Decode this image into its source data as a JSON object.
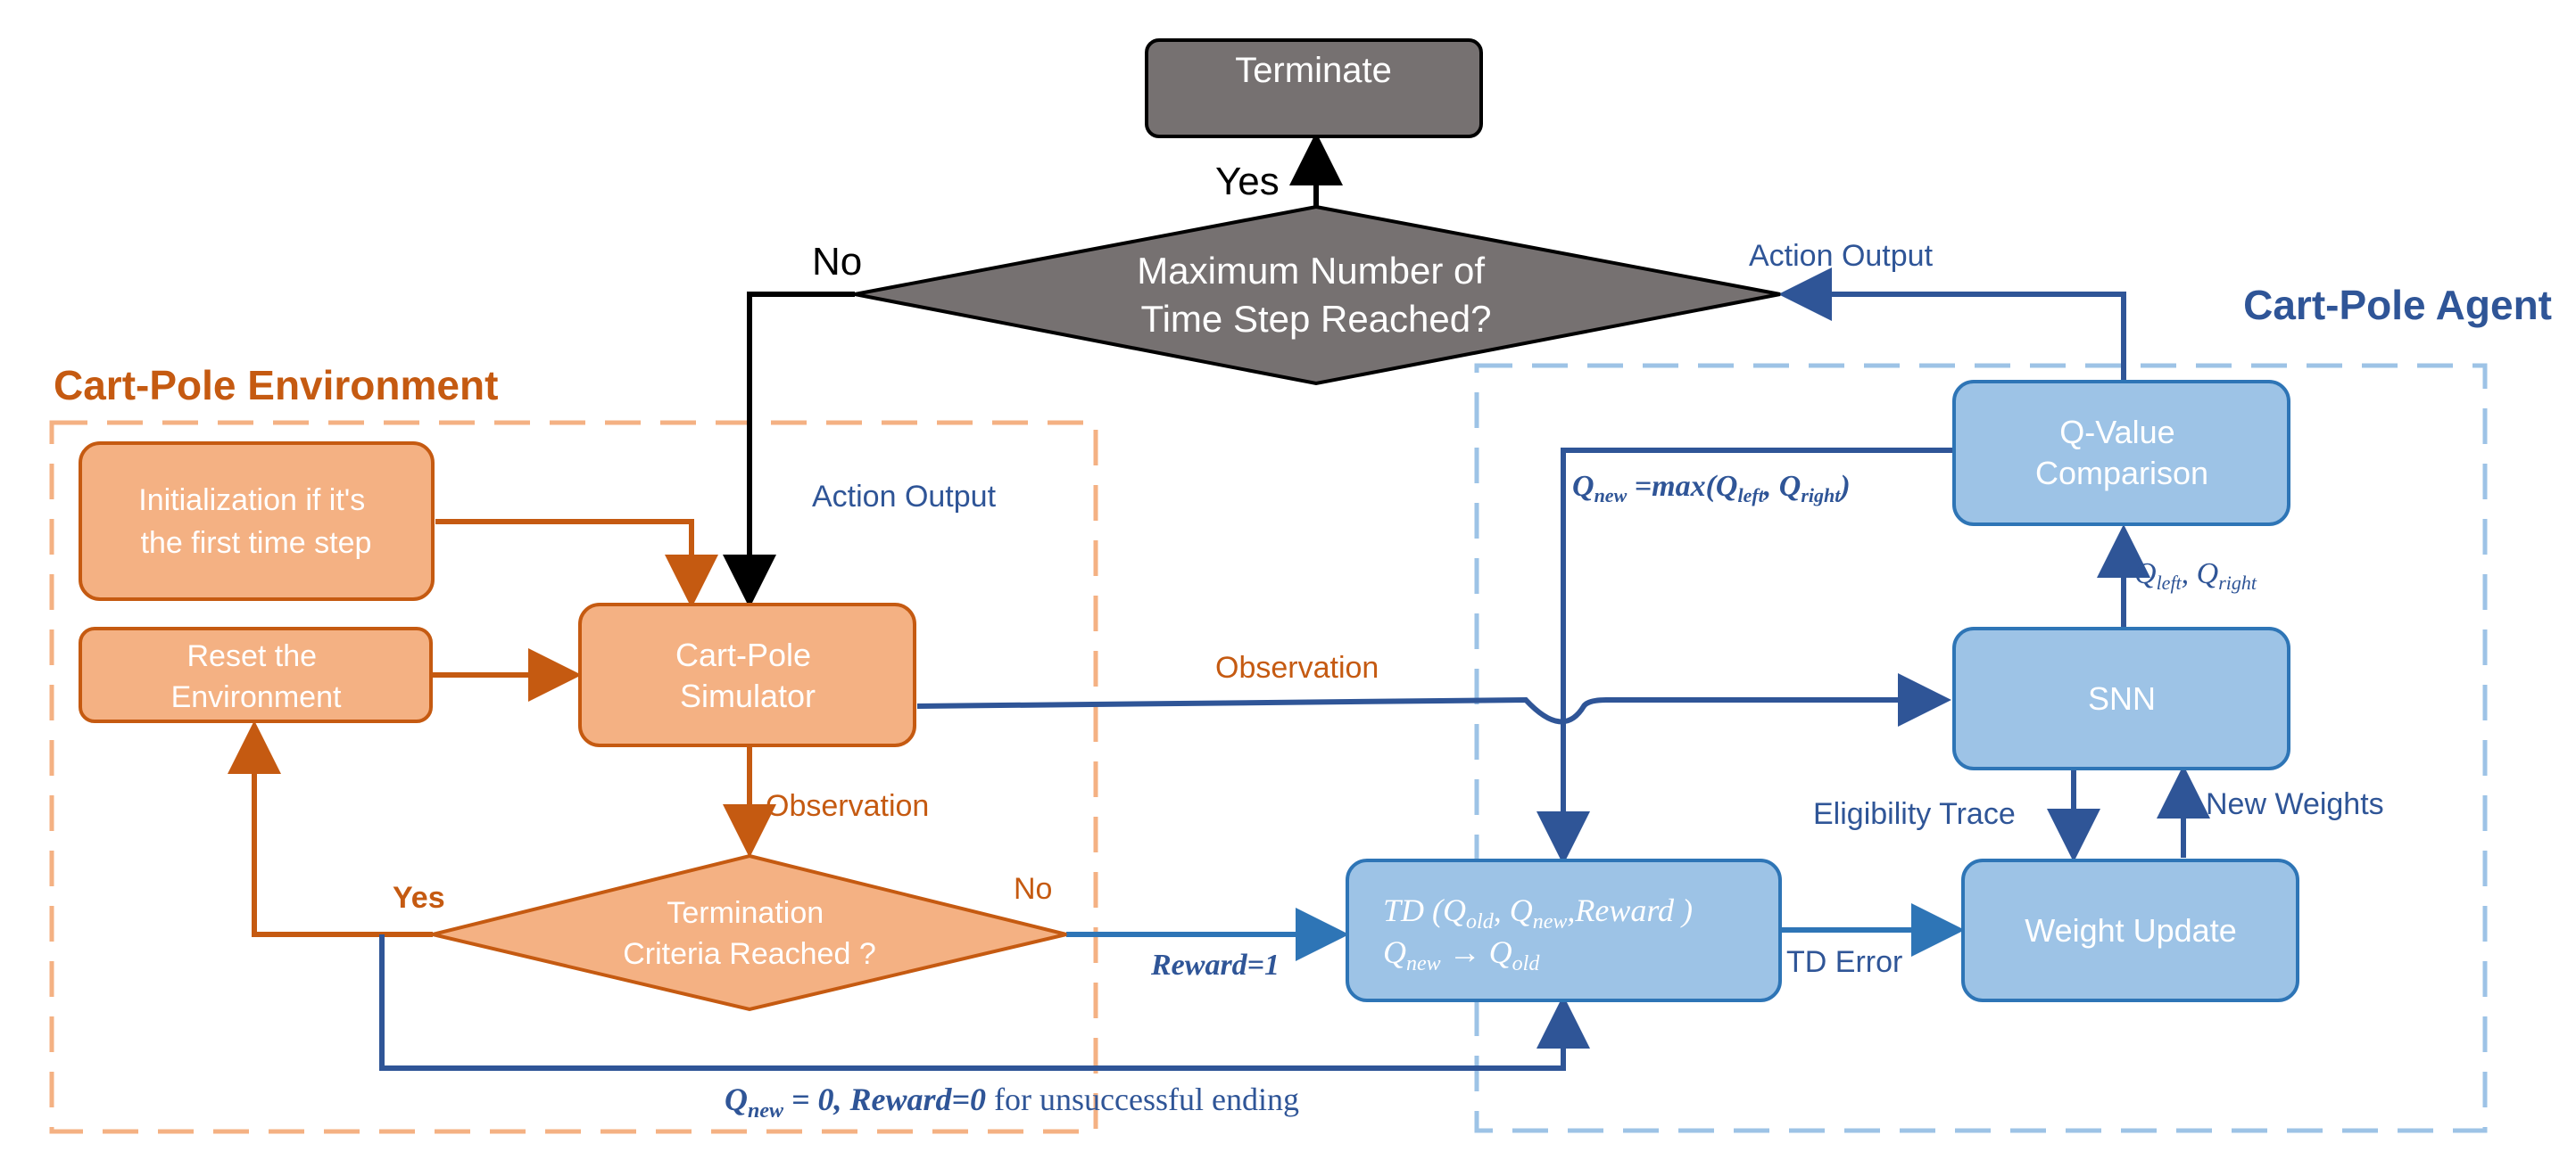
{
  "colors": {
    "orange_fill": "#f4b183",
    "orange_stroke": "#c55a11",
    "orange_text": "#c55a11",
    "blue_fill": "#9dc3e6",
    "blue_stroke": "#2e75b6",
    "blue_line": "#2f5597",
    "blue_dash": "#9dc3e6",
    "orange_dash": "#f4b183",
    "gray_fill": "#767171",
    "black": "#000000",
    "white": "#ffffff"
  },
  "regions": {
    "environment_title": "Cart-Pole Environment",
    "agent_title": "Cart-Pole Agent"
  },
  "nodes": {
    "terminate": "Terminate",
    "max_step": [
      "Maximum Number of",
      "Time Step Reached?"
    ],
    "initialization": [
      "Initialization if it's",
      "the first time step"
    ],
    "reset": [
      "Reset the",
      "Environment"
    ],
    "simulator": [
      "Cart-Pole",
      "Simulator"
    ],
    "termination": [
      "Termination",
      "Criteria Reached ?"
    ],
    "qvalue": [
      "Q-Value",
      "Comparison"
    ],
    "snn": "SNN",
    "weight_update": "Weight Update",
    "td_line1": {
      "td": "TD",
      "open": " (",
      "q": "Q",
      "old": "old",
      "comma": ", ",
      "new": "new",
      "tail": ",Reward )"
    },
    "td_line2": {
      "q": "Q",
      "new": "new",
      "arrow": " → ",
      "old": "old"
    }
  },
  "labels": {
    "yes_top": "Yes",
    "no_top": "No",
    "action_output_agent": "Action Output",
    "action_output_env": "Action Output",
    "observation_top": "Observation",
    "observation_env": "Observation",
    "yes_env": "Yes",
    "no_env": "No",
    "reward_one": "Reward=1",
    "td_error": "TD Error",
    "eligibility_trace": "Eligibility Trace",
    "new_weights": "New Weights",
    "q_left_right": {
      "q1": "Q",
      "left": "left",
      "comma": ", ",
      "q2": "Q",
      "right": "right"
    },
    "q_new_max": {
      "q": "Q",
      "new": "new",
      "eq": " =max(Q",
      "left": "left",
      "comma": ", Q",
      "right": "right",
      "close": ")"
    },
    "q_new_zero": {
      "q": "Q",
      "new": "new",
      "rest": " = 0, Reward=0",
      "suffix": "  for unsuccessful ending"
    }
  }
}
